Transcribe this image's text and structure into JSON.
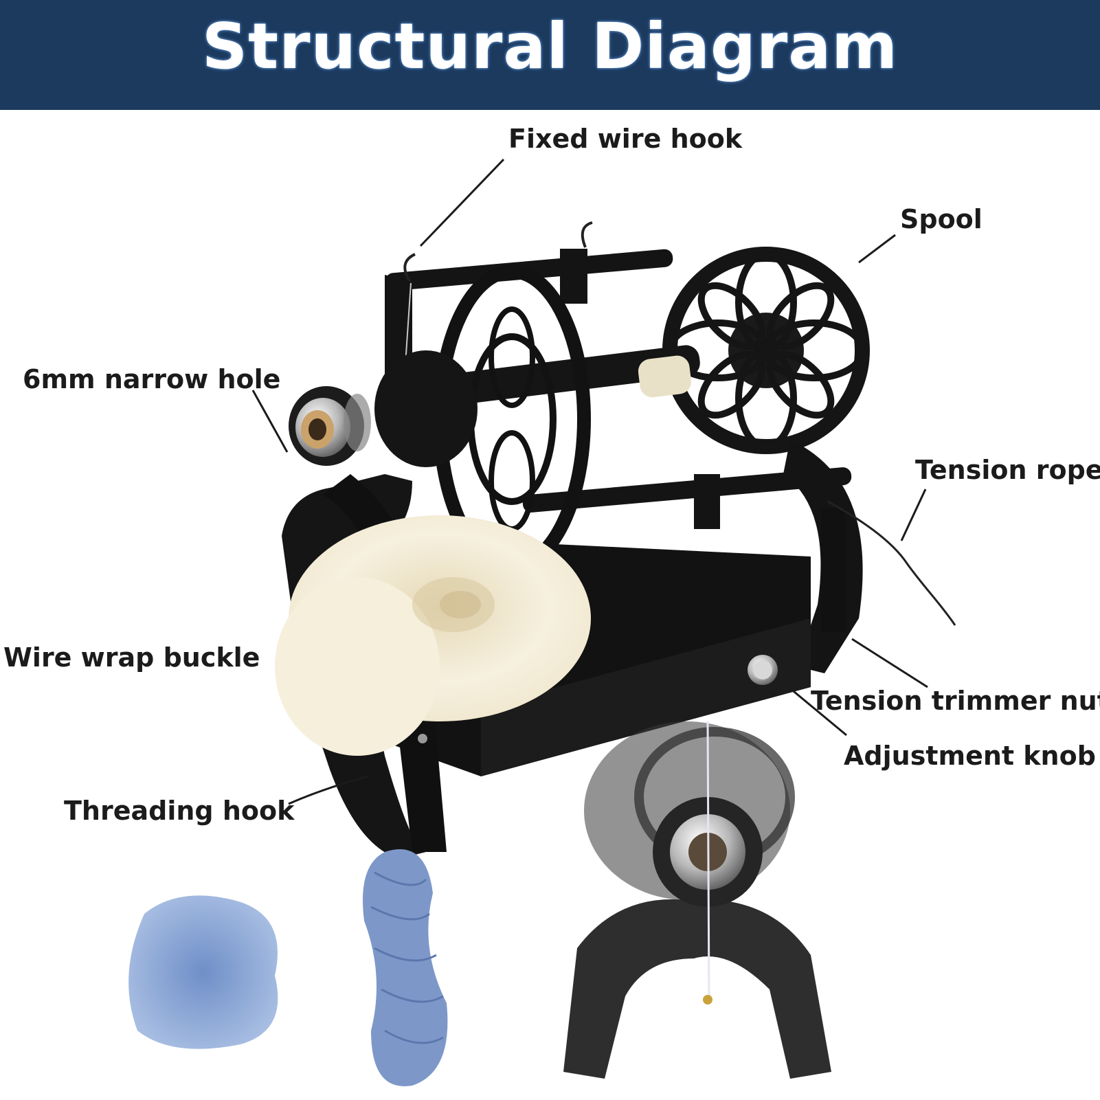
{
  "title": "Structural Diagram",
  "colors": {
    "header": "#1c3a5e",
    "title": "#ffffff",
    "labels": "#1b1b1b",
    "machine": "#161616",
    "wool": "#f3ecd8",
    "yarn": "#7d98c8"
  },
  "labels": {
    "fixed_wire_hook": "Fixed wire hook",
    "spool": "Spool",
    "narrow_hole": "6mm narrow hole",
    "tension_rope": "Tension rope",
    "wire_wrap_buckle": "Wire wrap buckle",
    "tension_trimmer_nut": "Tension trimmer nut",
    "adjustment_knob": "Adjustment knob",
    "threading_hook": "Threading hook"
  }
}
